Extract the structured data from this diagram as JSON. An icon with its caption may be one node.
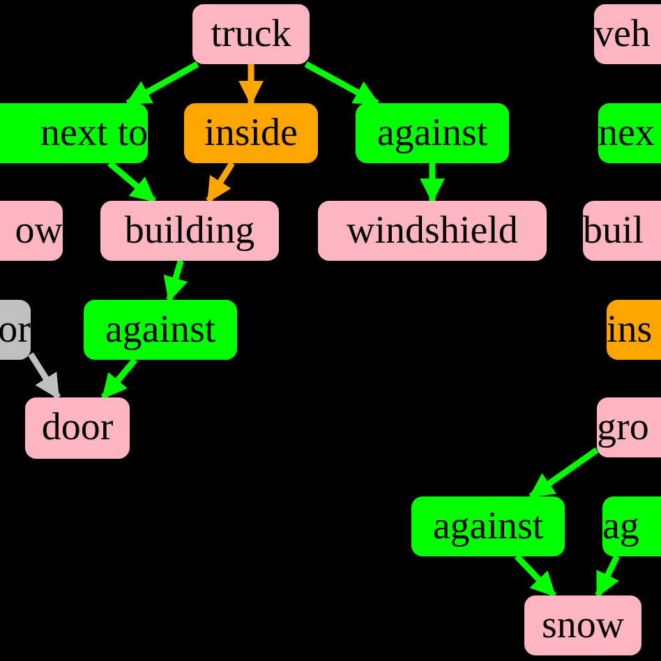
{
  "diagram": {
    "nodes": [
      {
        "text": [
          "truck"
        ]
      },
      {
        "text": [
          "next to"
        ]
      },
      {
        "text": [
          "inside"
        ]
      },
      {
        "text": [
          "against"
        ]
      },
      {
        "text": [
          "ow"
        ]
      },
      {
        "text": [
          "building"
        ]
      },
      {
        "text": [
          "windshield"
        ]
      },
      {
        "text": [
          "or"
        ]
      },
      {
        "text": [
          "against"
        ]
      },
      {
        "text": [
          "door"
        ]
      },
      {
        "text": [
          "veh"
        ]
      },
      {
        "text": [
          "nex"
        ]
      },
      {
        "text": [
          "buil"
        ]
      },
      {
        "text": [
          "ins"
        ]
      },
      {
        "text": [
          "gro"
        ]
      },
      {
        "text": [
          "against"
        ]
      },
      {
        "text": [
          "ag"
        ]
      },
      {
        "text": [
          "snow"
        ]
      }
    ],
    "edges": [
      {
        "from": 0,
        "to": 1,
        "arrow": "to"
      },
      {
        "from": 0,
        "to": 2,
        "arrow": "to",
        "color": "#ffa500"
      },
      {
        "from": 0,
        "to": 3,
        "arrow": "to"
      },
      {
        "from": 1,
        "to": 5,
        "arrow": "to"
      },
      {
        "from": 2,
        "to": 5,
        "arrow": "to",
        "color": "#ffa500"
      },
      {
        "from": 3,
        "to": 6,
        "arrow": "to"
      },
      {
        "from": 5,
        "to": 8,
        "arrow": "to"
      },
      {
        "from": 8,
        "to": 9,
        "arrow": "to"
      },
      {
        "from": 7,
        "to": 9,
        "arrow": "to",
        "color": "#c0c0c0"
      },
      {
        "from": 14,
        "to": 15,
        "arrow": "to"
      },
      {
        "from": 15,
        "to": 17,
        "arrow": "to"
      },
      {
        "from": 16,
        "to": 17,
        "arrow": "to"
      }
    ]
  }
}
